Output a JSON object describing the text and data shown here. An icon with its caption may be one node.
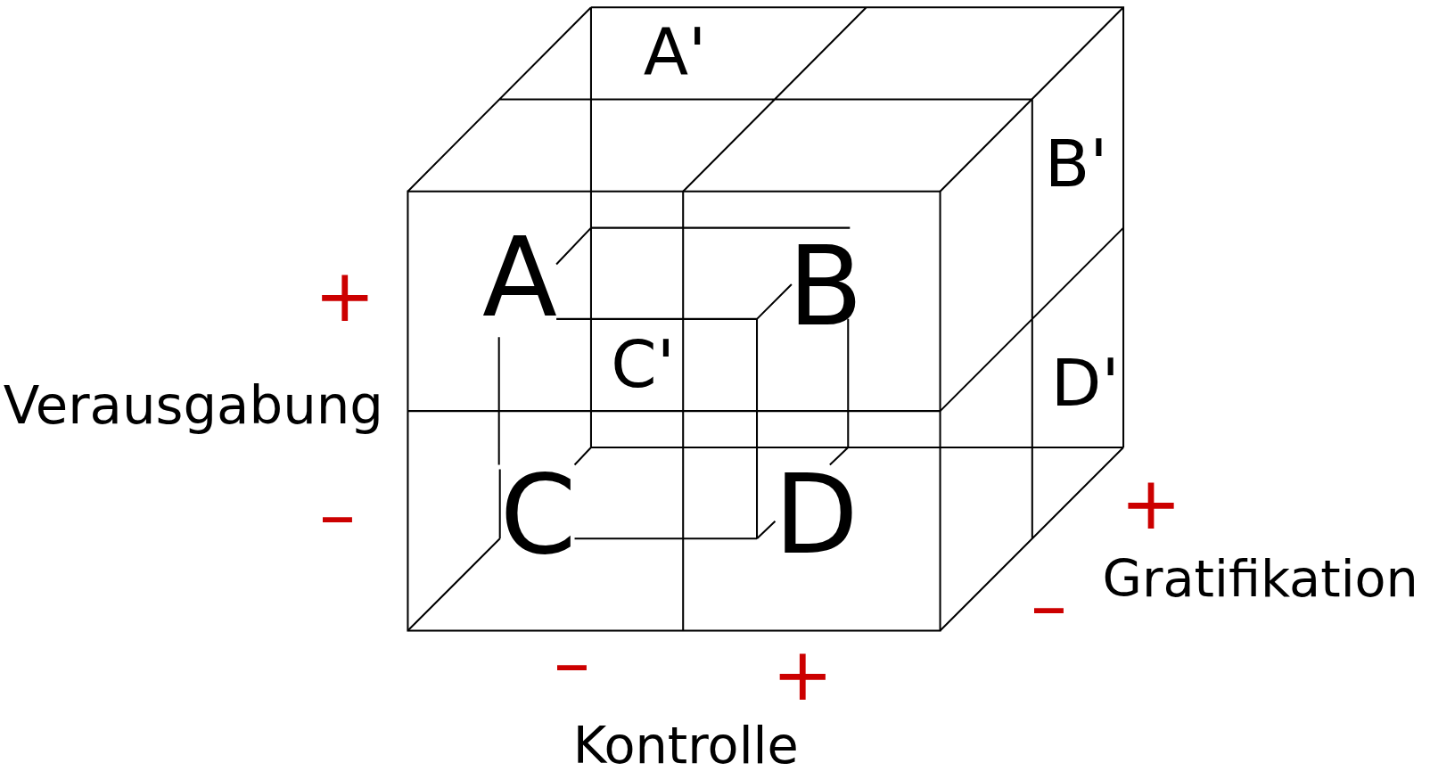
{
  "diagram": {
    "labels": [
      "A'",
      "B'",
      "+",
      "A",
      "B",
      "C'",
      "Verausgabung",
      "D'",
      "–",
      "C",
      "D",
      "+",
      "Gratifikation",
      "–",
      "–",
      "+",
      "Kontrolle"
    ]
  }
}
